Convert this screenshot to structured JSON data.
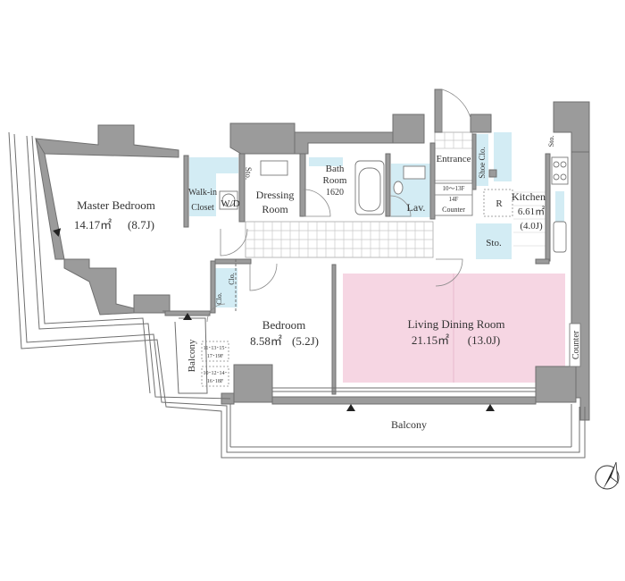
{
  "colors": {
    "wall": "#9b9b9b",
    "living_highlight": "#f6d6e3",
    "storage_highlight": "#d3ecf4",
    "line": "#6f6f6f"
  },
  "rooms": {
    "master_bedroom": {
      "name": "Master Bedroom",
      "area": "14.17㎡",
      "jo": "(8.7J)"
    },
    "bedroom": {
      "name": "Bedroom",
      "area": "8.58㎡",
      "jo": "(5.2J)"
    },
    "living": {
      "name": "Living Dining Room",
      "area": "21.15㎡",
      "jo": "(13.0J)"
    },
    "kitchen": {
      "name": "Kitchen",
      "area": "6.61㎡",
      "jo": "(4.0J)"
    },
    "bath": {
      "name_line1": "Bath",
      "name_line2": "Room",
      "size": "1620"
    },
    "dressing": {
      "name_line1": "Dressing",
      "name_line2": "Room"
    },
    "walkin": {
      "name_line1": "Walk-in",
      "name_line2": "Closet"
    }
  },
  "labels": {
    "entrance": "Entrance",
    "shoe_clo": "Shoe Clo.",
    "lav": "Lav.",
    "wd": "W/D",
    "sto_small": "Sto.",
    "sto_kitchen": "Sto.",
    "sto_top_right": "Sto.",
    "clo": "Clo.",
    "clo2": "Clo.",
    "counter_hall_top": "10～13F",
    "counter_hall_mid": "14F",
    "counter_hall_bot": "Counter",
    "counter_living": "Counter",
    "refrigerator": "R",
    "balcony_left": "Balcony",
    "balcony_bottom": "Balcony",
    "floors_a": "11･13･15･",
    "floors_a2": "17･19F",
    "floors_b": "10･12･14･",
    "floors_b2": "16･18F"
  },
  "icons": {
    "compass": "north-arrow-icon",
    "balcony_arrow": "triangle-up-icon"
  }
}
